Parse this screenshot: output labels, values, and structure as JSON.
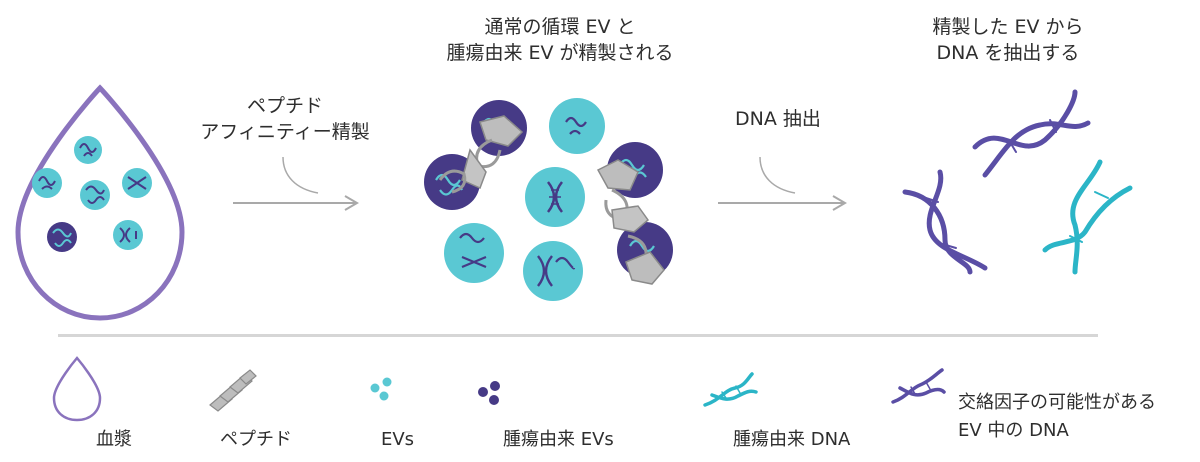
{
  "colors": {
    "plasma_outline": "#8a73bd",
    "ev_cyan": "#5ac8d3",
    "ev_purple": "#463a86",
    "dna_dark": "#5a4ea5",
    "dna_cyan": "#2bb5c7",
    "peptide_gray": "#a3a3a3",
    "arrow_gray": "#a9a9a9",
    "divider": "#d6d6d6"
  },
  "steps": {
    "step2_line1": "通常の循環 EV と",
    "step2_line2": "腫瘍由来 EV が精製される",
    "step3_line1": "精製した EV から",
    "step3_line2": "DNA を抽出する"
  },
  "arrows": {
    "arrow1_line1": "ペプチド",
    "arrow1_line2": "アフィニティー精製",
    "arrow2_label": "DNA 抽出"
  },
  "legend": {
    "plasma": "血漿",
    "peptide": "ペプチド",
    "evs": "EVs",
    "tumor_evs": "腫瘍由来 EVs",
    "tumor_dna": "腫瘍由来 DNA",
    "confound_line1": "交絡因子の可能性がある",
    "confound_line2": "EV 中の DNA"
  },
  "icons": [
    "plasma-drop-icon",
    "peptide-coil-icon",
    "ev-dots-icon",
    "tumor-ev-dots-icon",
    "dna-helix-icon"
  ]
}
